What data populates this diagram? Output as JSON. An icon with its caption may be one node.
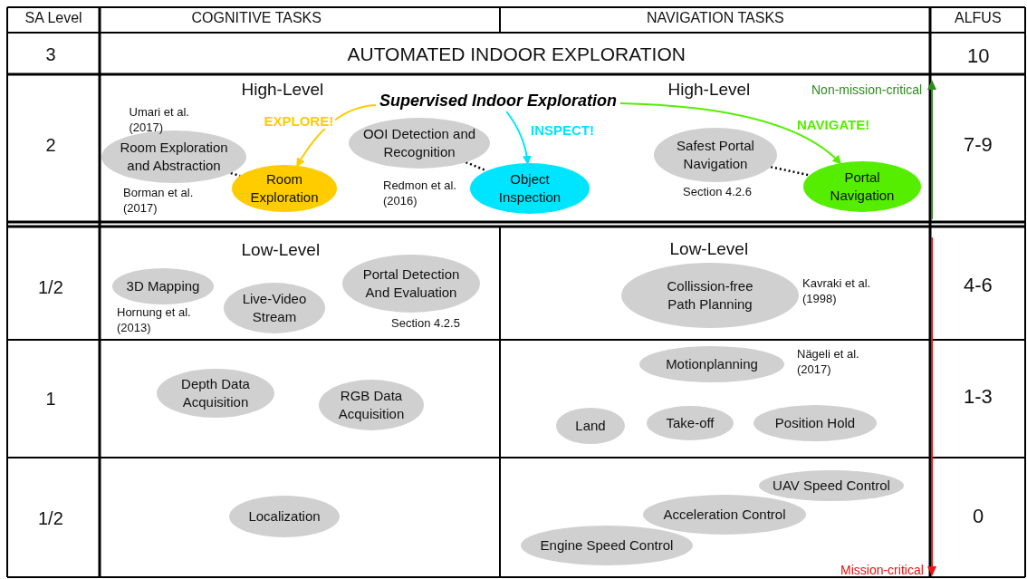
{
  "diagram": {
    "nodes": [
      {
        "text": [
          "Supervised Indoor Exploration"
        ]
      },
      {
        "text": [
          "Room Exploration and Abstraction"
        ],
        "beside": [
          "Umari et al. (2017)",
          "Borman et al. (2017)"
        ]
      },
      {
        "text": [
          "Room Exploration"
        ]
      },
      {
        "text": [
          "OOI Detection and Recognition"
        ],
        "beside": [
          "Redmon et al. (2016)"
        ]
      },
      {
        "text": [
          "Object Inspection"
        ]
      },
      {
        "text": [
          "Safest Portal Navigation"
        ],
        "beside": [
          "Section 4.2.6"
        ]
      },
      {
        "text": [
          "Portal Navigation"
        ]
      },
      {
        "text": [
          "3D Mapping"
        ],
        "beside": [
          "Hornung et al. (2013)"
        ]
      },
      {
        "text": [
          "Live-Video Stream"
        ]
      },
      {
        "text": [
          "Portal Detection And Evaluation"
        ],
        "beside": [
          "Section 4.2.5"
        ]
      },
      {
        "text": [
          "Collission-free Path Planning"
        ],
        "beside": [
          "Kavraki et al. (1998)"
        ]
      },
      {
        "text": [
          "Motionplanning"
        ],
        "beside": [
          "Nägeli et al. (2017)"
        ]
      },
      {
        "text": [
          "Depth Data Acquisition"
        ]
      },
      {
        "text": [
          "RGB Data Acquisition"
        ]
      },
      {
        "text": [
          "Land"
        ]
      },
      {
        "text": [
          "Take-off"
        ]
      },
      {
        "text": [
          "Position Hold"
        ]
      },
      {
        "text": [
          "Localization"
        ]
      },
      {
        "text": [
          "UAV Speed Control"
        ]
      },
      {
        "text": [
          "Acceleration Control"
        ]
      },
      {
        "text": [
          "Engine Speed Control"
        ]
      }
    ],
    "edges": [
      {
        "from": 0,
        "to": 2,
        "arrow": "to",
        "label": "EXPLORE!",
        "color": "#ffcc00"
      },
      {
        "from": 0,
        "to": 4,
        "arrow": "to",
        "label": "INSPECT!",
        "color": "#00e5ff"
      },
      {
        "from": 0,
        "to": 6,
        "arrow": "to",
        "label": "NAVIGATE!",
        "color": "#55ee00"
      },
      {
        "from": 1,
        "to": 2,
        "arrow": "none",
        "style": "dashed"
      },
      {
        "from": 3,
        "to": 4,
        "arrow": "none",
        "style": "dashed"
      },
      {
        "from": 5,
        "to": 6,
        "arrow": "none",
        "style": "dashed"
      }
    ],
    "labels": [
      "SA Level",
      "COGNITIVE TASKS",
      "NAVIGATION TASKS",
      "ALFUS",
      "3",
      "AUTOMATED INDOOR EXPLORATION",
      "10",
      "2",
      "High-Level",
      "High-Level",
      "Non-mission-critical",
      "7-9",
      "1/2",
      "Low-Level",
      "Low-Level",
      "4-6",
      "1",
      "1-3",
      "1/2",
      "0",
      "Mission-critical"
    ]
  }
}
